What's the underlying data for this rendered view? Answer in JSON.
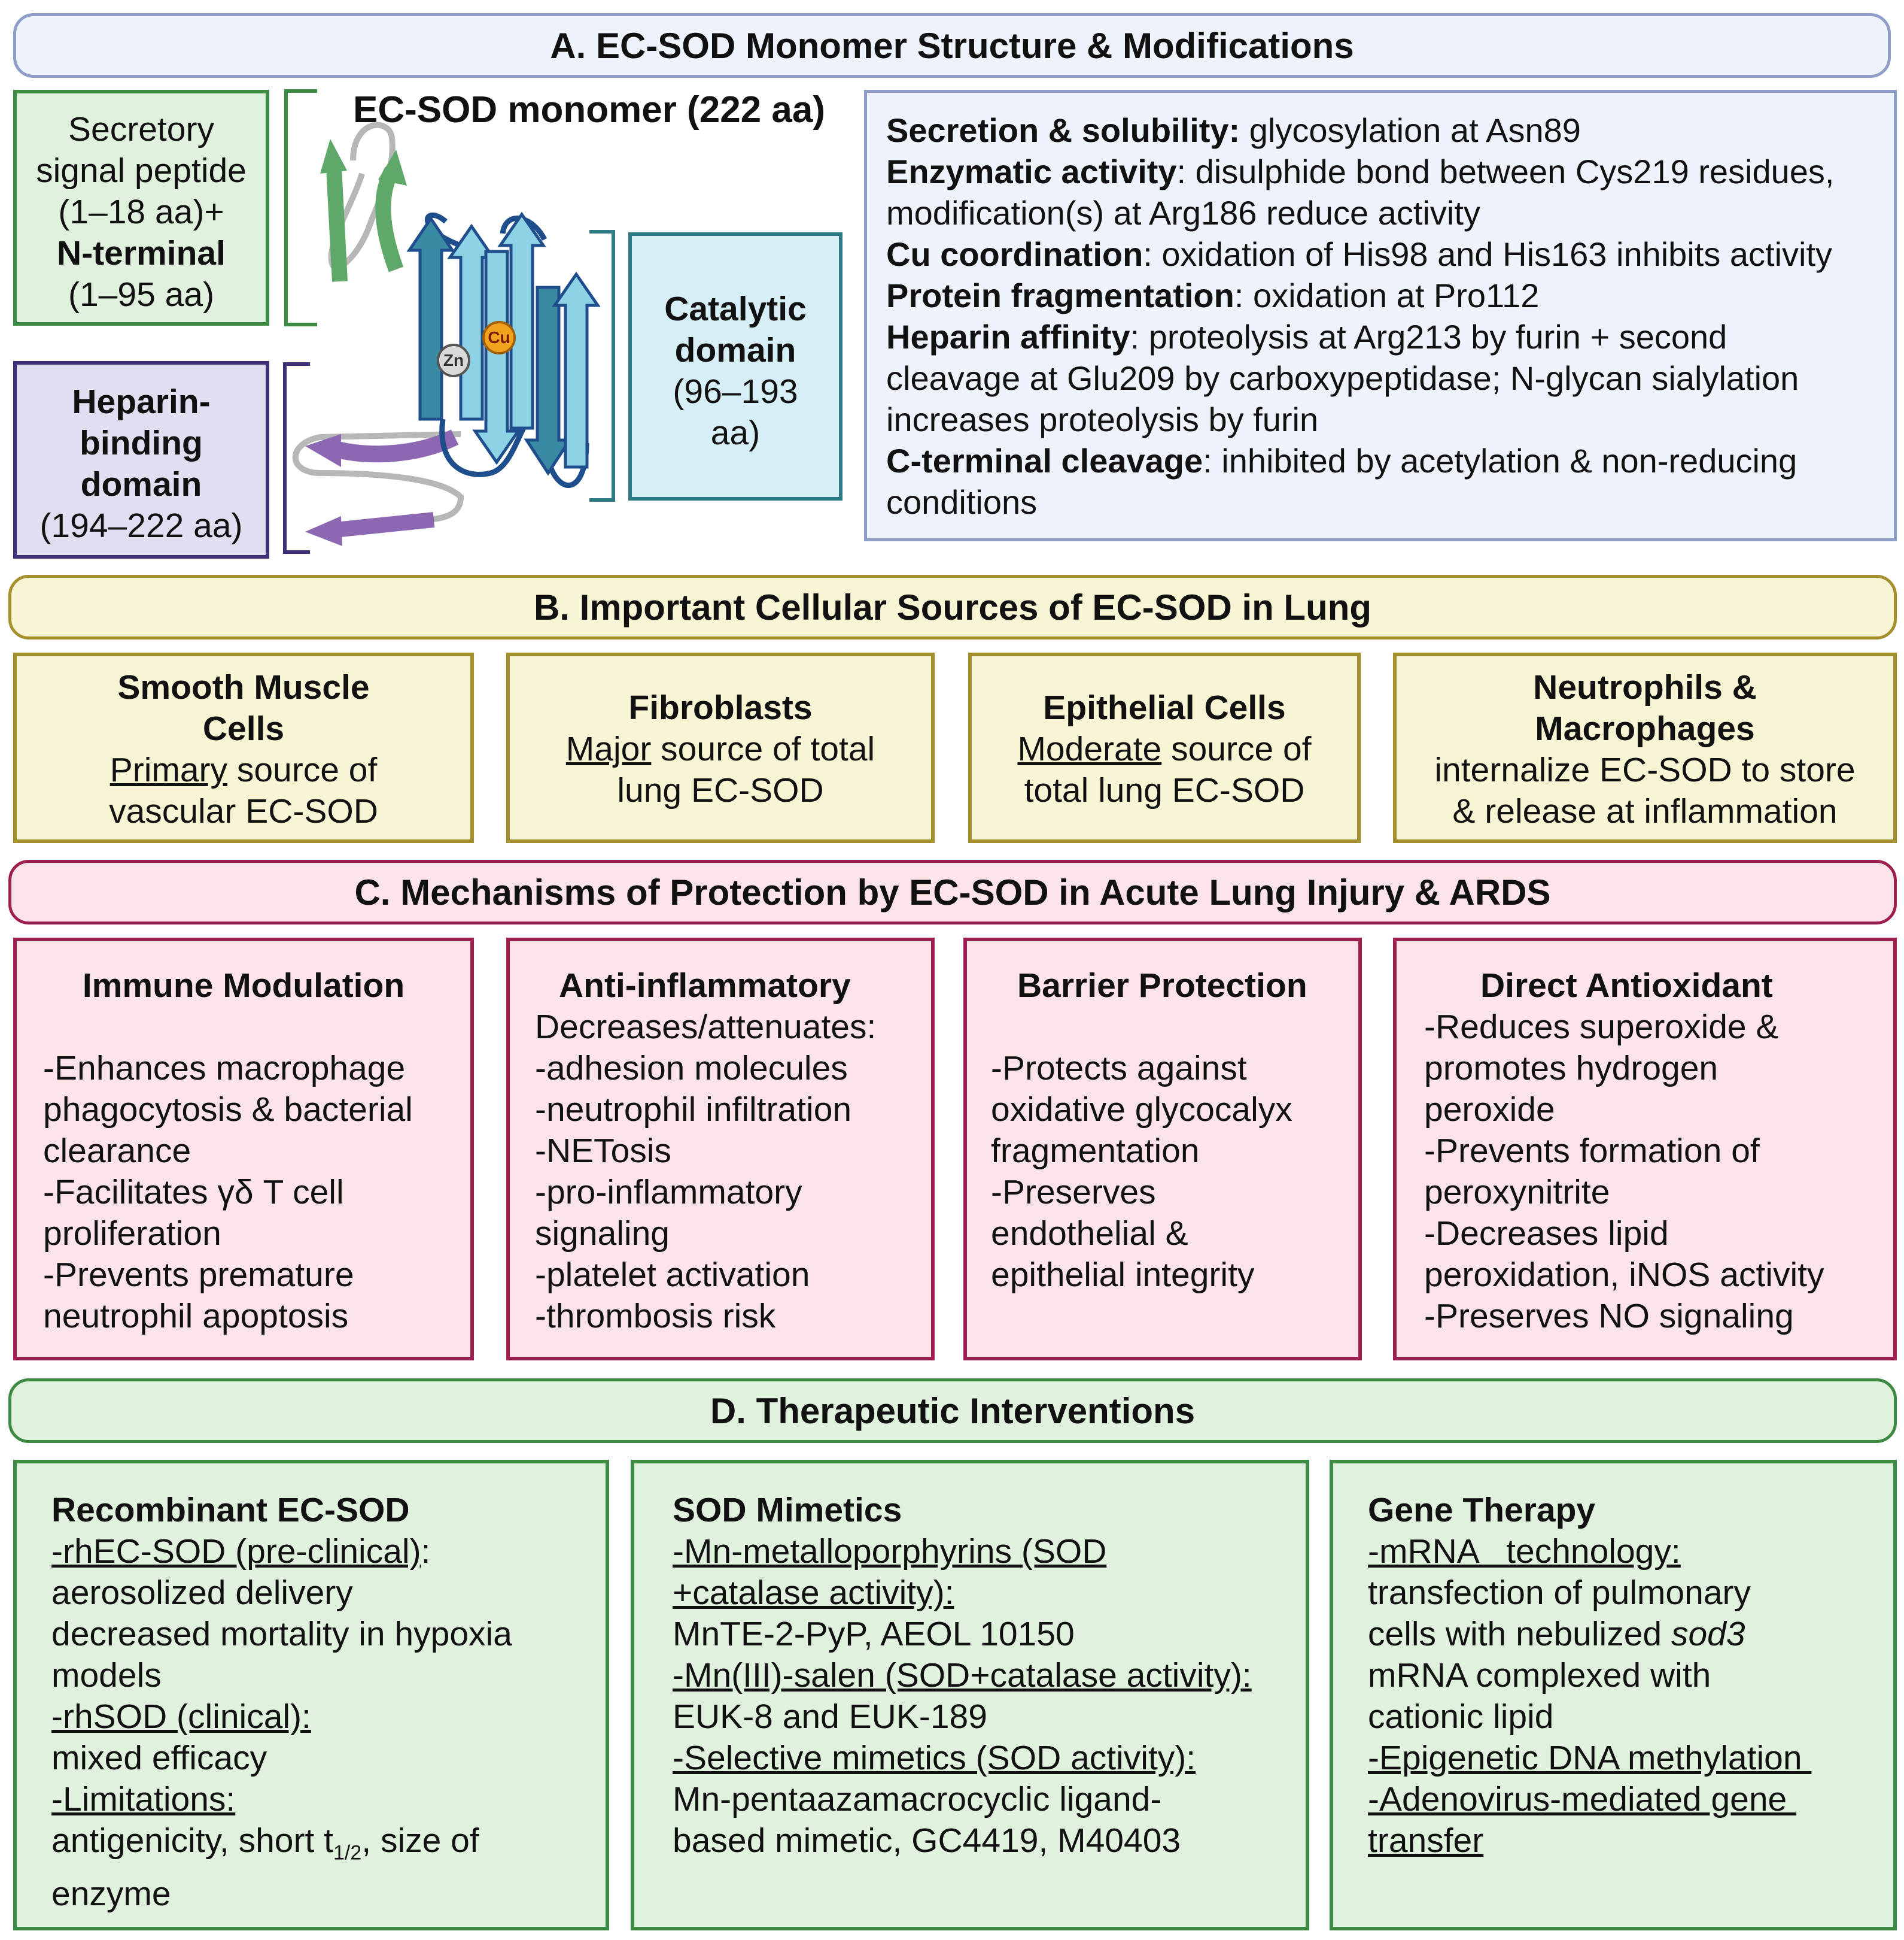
{
  "panel_a": {
    "header": "A. EC-SOD Monomer Structure & Modifications",
    "monomer_title": "EC-SOD monomer (222 aa)",
    "signal": {
      "line1": "Secretory",
      "line2": "signal peptide",
      "line3": "(1–18 aa)+",
      "line4": "N-terminal",
      "line5": "(1–95 aa)"
    },
    "heparin": {
      "line1": "Heparin-",
      "line2": "binding",
      "line3": "domain",
      "line4": "(194–222 aa)"
    },
    "catalytic": {
      "line1": "Catalytic",
      "line2": "domain",
      "line3": "(96–193",
      "line4": "aa)"
    },
    "metals": {
      "zn": "Zn",
      "cu": "Cu"
    },
    "modifications": [
      {
        "label": "Secretion & solubility:",
        "lines": [
          " glycosylation at Asn89"
        ]
      },
      {
        "label": "Enzymatic activity",
        "lines": [
          ": disulphide bond between Cys219 residues,",
          "modification(s) at Arg186 reduce activity"
        ]
      },
      {
        "label": "Cu coordination",
        "lines": [
          ": oxidation of His98 and His163 inhibits activity"
        ]
      },
      {
        "label": "Protein fragmentation",
        "lines": [
          ":  oxidation at Pro112"
        ]
      },
      {
        "label": "Heparin affinity",
        "lines": [
          ": proteolysis at Arg213 by furin + second",
          "cleavage at Glu209 by carboxypeptidase; N-glycan sialylation",
          "increases proteolysis by furin"
        ]
      },
      {
        "label": "C-terminal cleavage",
        "lines": [
          ": inhibited by acetylation & non-reducing",
          "conditions"
        ]
      }
    ]
  },
  "panel_b": {
    "header": "B. Important Cellular Sources of EC-SOD in Lung",
    "smooth": {
      "t1": "Smooth Muscle",
      "t2": "Cells",
      "u": "Primary",
      "r1": " source of",
      "r2": "vascular EC-SOD"
    },
    "fibro": {
      "t1": "Fibroblasts",
      "u": "Major",
      "r1": " source of total",
      "r2": "lung EC-SOD"
    },
    "epi": {
      "t1": "Epithelial Cells",
      "u": "Moderate",
      "r1": " source of",
      "r2": "total lung EC-SOD"
    },
    "neutro": {
      "t1": "Neutrophils &",
      "t2": "Macrophages",
      "r1": "internalize EC-SOD to store",
      "r2": "& release at inflammation"
    }
  },
  "panel_c": {
    "header": "C. Mechanisms of Protection by EC-SOD in Acute Lung Injury & ARDS",
    "immune": {
      "title": "Immune Modulation",
      "lines": [
        "-Enhances macrophage",
        "phagocytosis & bacterial",
        "clearance",
        "-Facilitates γδ T cell",
        "proliferation",
        "-Prevents premature",
        "neutrophil apoptosis"
      ]
    },
    "anti": {
      "title": "Anti-inflammatory",
      "lines": [
        "Decreases/attenuates:",
        "-adhesion molecules",
        "-neutrophil infiltration",
        "-NETosis",
        "-pro-inflammatory",
        "signaling",
        "-platelet activation",
        "-thrombosis risk"
      ]
    },
    "barrier": {
      "title": "Barrier Protection",
      "lines": [
        "-Protects against",
        "oxidative glycocalyx",
        "fragmentation",
        "-Preserves",
        "endothelial &",
        "epithelial integrity"
      ]
    },
    "direct": {
      "title": "Direct Antioxidant",
      "lines": [
        "-Reduces superoxide &",
        "promotes hydrogen",
        "peroxide",
        "-Prevents formation of",
        "peroxynitrite",
        "-Decreases lipid",
        "peroxidation, iNOS activity",
        "-Preserves NO signaling"
      ]
    }
  },
  "panel_d": {
    "header": "D. Therapeutic Interventions",
    "recomb": {
      "title": "Recombinant EC-SOD",
      "u1": "-rhEC-SOD (pre-clinical)",
      "u1_tail": ":",
      "l1": "aerosolized delivery",
      "l2": "decreased mortality in hypoxia",
      "l3": "models",
      "u2": "-rhSOD (clinical):",
      "l4": "mixed efficacy",
      "u3": "-Limitations:",
      "l5a": "antigenicity, short t",
      "l5sub": "1/2",
      "l5b": ", size of",
      "l6": "enzyme"
    },
    "mimetics": {
      "title": "SOD Mimetics",
      "u1": "-Mn-metalloporphyrins (SOD",
      "u1b": "+catalase activity):",
      "l1": "MnTE-2-PyP, AEOL 10150",
      "u2": "-Mn(III)-salen (SOD+catalase activity):",
      "l2": "EUK-8 and EUK-189",
      "u3": "-Selective mimetics (SOD activity):",
      "l3": "Mn-pentaazamacrocyclic ligand-",
      "l4": "based mimetic, GC4419, M40403"
    },
    "gene": {
      "title": "Gene Therapy",
      "u1": "-mRNA   technology:",
      "l1": "transfection of pulmonary",
      "l2a": "cells with nebulized ",
      "l2i": "sod3",
      "l3": "mRNA complexed with",
      "l4": "cationic lipid",
      "u2": "-Epigenetic DNA methylation ",
      "u3": "-Adenovirus-mediated gene ",
      "u4": "transfer"
    }
  },
  "colors": {
    "panel_a": "#8e9ec8",
    "panel_b": "#a58f2c",
    "panel_c": "#9c1f4f",
    "panel_d": "#3c8a43",
    "heparin": "#3f2e78",
    "catalytic": "#2f7a86",
    "strand": "#8ed2e6",
    "cu": "#f2a21c"
  }
}
